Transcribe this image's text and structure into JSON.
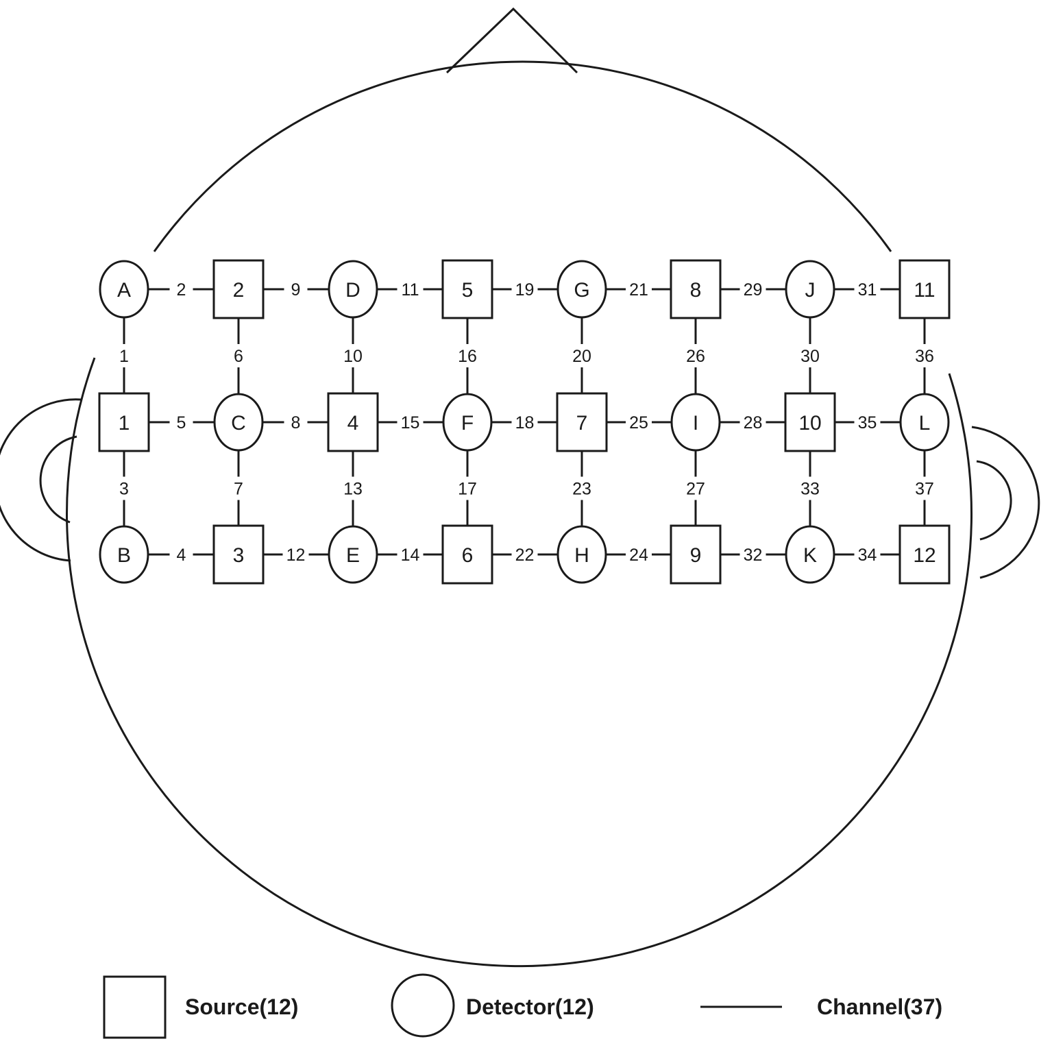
{
  "colors": {
    "line": "#1a1a1a",
    "background": "#ffffff"
  },
  "optodes": [
    {
      "id": "A",
      "type": "detector",
      "row": 0,
      "col": 0
    },
    {
      "id": "2",
      "type": "source",
      "row": 0,
      "col": 1
    },
    {
      "id": "D",
      "type": "detector",
      "row": 0,
      "col": 2
    },
    {
      "id": "5",
      "type": "source",
      "row": 0,
      "col": 3
    },
    {
      "id": "G",
      "type": "detector",
      "row": 0,
      "col": 4
    },
    {
      "id": "8",
      "type": "source",
      "row": 0,
      "col": 5
    },
    {
      "id": "J",
      "type": "detector",
      "row": 0,
      "col": 6
    },
    {
      "id": "11",
      "type": "source",
      "row": 0,
      "col": 7
    },
    {
      "id": "1",
      "type": "source",
      "row": 1,
      "col": 0
    },
    {
      "id": "C",
      "type": "detector",
      "row": 1,
      "col": 1
    },
    {
      "id": "4",
      "type": "source",
      "row": 1,
      "col": 2
    },
    {
      "id": "F",
      "type": "detector",
      "row": 1,
      "col": 3
    },
    {
      "id": "7",
      "type": "source",
      "row": 1,
      "col": 4
    },
    {
      "id": "I",
      "type": "detector",
      "row": 1,
      "col": 5
    },
    {
      "id": "10",
      "type": "source",
      "row": 1,
      "col": 6
    },
    {
      "id": "L",
      "type": "detector",
      "row": 1,
      "col": 7
    },
    {
      "id": "B",
      "type": "detector",
      "row": 2,
      "col": 0
    },
    {
      "id": "3",
      "type": "source",
      "row": 2,
      "col": 1
    },
    {
      "id": "E",
      "type": "detector",
      "row": 2,
      "col": 2
    },
    {
      "id": "6",
      "type": "source",
      "row": 2,
      "col": 3
    },
    {
      "id": "H",
      "type": "detector",
      "row": 2,
      "col": 4
    },
    {
      "id": "9",
      "type": "source",
      "row": 2,
      "col": 5
    },
    {
      "id": "K",
      "type": "detector",
      "row": 2,
      "col": 6
    },
    {
      "id": "12",
      "type": "source",
      "row": 2,
      "col": 7
    }
  ],
  "channels": [
    {
      "label": "1",
      "from": "A",
      "to": "1"
    },
    {
      "label": "2",
      "from": "A",
      "to": "2"
    },
    {
      "label": "3",
      "from": "1",
      "to": "B"
    },
    {
      "label": "4",
      "from": "B",
      "to": "3"
    },
    {
      "label": "5",
      "from": "1",
      "to": "C"
    },
    {
      "label": "6",
      "from": "2",
      "to": "C"
    },
    {
      "label": "7",
      "from": "C",
      "to": "3"
    },
    {
      "label": "8",
      "from": "C",
      "to": "4"
    },
    {
      "label": "9",
      "from": "2",
      "to": "D"
    },
    {
      "label": "10",
      "from": "D",
      "to": "4"
    },
    {
      "label": "11",
      "from": "D",
      "to": "5"
    },
    {
      "label": "12",
      "from": "3",
      "to": "E"
    },
    {
      "label": "13",
      "from": "4",
      "to": "E"
    },
    {
      "label": "14",
      "from": "E",
      "to": "6"
    },
    {
      "label": "15",
      "from": "4",
      "to": "F"
    },
    {
      "label": "16",
      "from": "5",
      "to": "F"
    },
    {
      "label": "17",
      "from": "F",
      "to": "6"
    },
    {
      "label": "18",
      "from": "F",
      "to": "7"
    },
    {
      "label": "19",
      "from": "5",
      "to": "G"
    },
    {
      "label": "20",
      "from": "G",
      "to": "7"
    },
    {
      "label": "21",
      "from": "G",
      "to": "8"
    },
    {
      "label": "22",
      "from": "6",
      "to": "H"
    },
    {
      "label": "23",
      "from": "7",
      "to": "H"
    },
    {
      "label": "24",
      "from": "H",
      "to": "9"
    },
    {
      "label": "25",
      "from": "7",
      "to": "I"
    },
    {
      "label": "26",
      "from": "8",
      "to": "I"
    },
    {
      "label": "27",
      "from": "I",
      "to": "9"
    },
    {
      "label": "28",
      "from": "I",
      "to": "10"
    },
    {
      "label": "29",
      "from": "8",
      "to": "J"
    },
    {
      "label": "30",
      "from": "J",
      "to": "10"
    },
    {
      "label": "31",
      "from": "J",
      "to": "11"
    },
    {
      "label": "32",
      "from": "9",
      "to": "K"
    },
    {
      "label": "33",
      "from": "10",
      "to": "K"
    },
    {
      "label": "34",
      "from": "K",
      "to": "12"
    },
    {
      "label": "35",
      "from": "10",
      "to": "L"
    },
    {
      "label": "36",
      "from": "11",
      "to": "L"
    },
    {
      "label": "37",
      "from": "L",
      "to": "12"
    }
  ],
  "legend": {
    "source": "Source(12)",
    "detector": "Detector(12)",
    "channel": "Channel(37)"
  }
}
